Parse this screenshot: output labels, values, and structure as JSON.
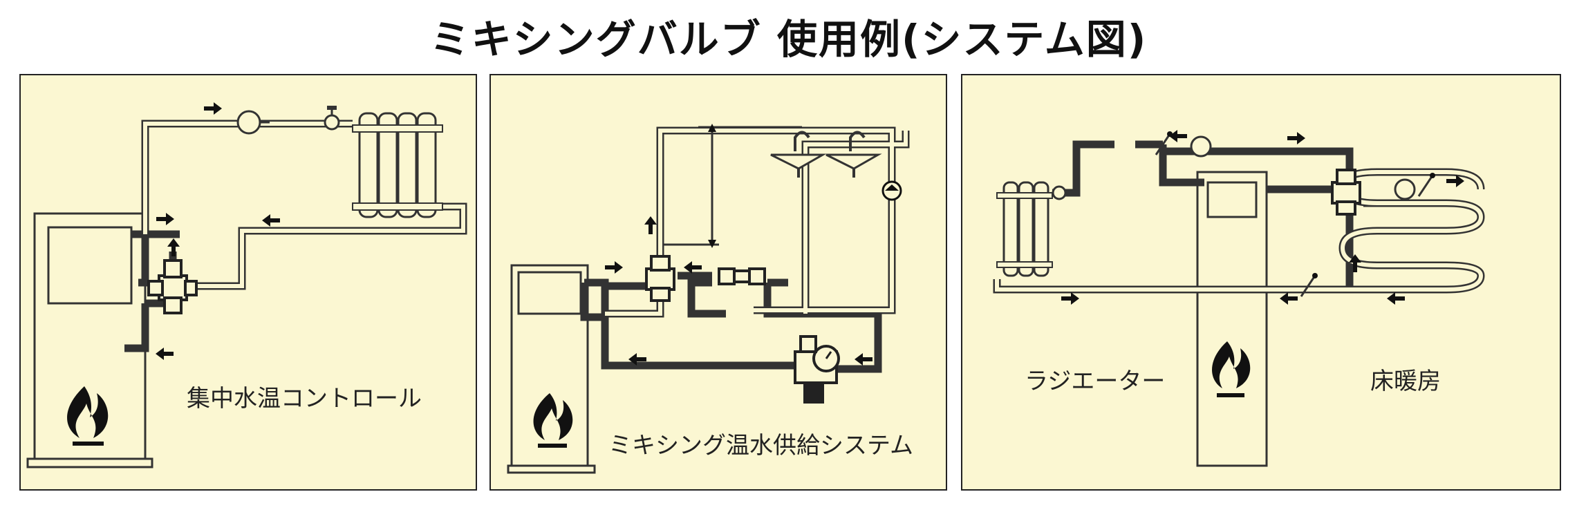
{
  "title": "ミキシングバルブ 使用例(システム図)",
  "panels": [
    {
      "caption": "集中水温コントロール"
    },
    {
      "caption": "ミキシング温水供給システム"
    },
    {
      "caption_left": "ラジエーター",
      "caption_right": "床暖房"
    }
  ],
  "icons": [
    "flame-icon",
    "radiator-icon",
    "pump-icon",
    "mixing-valve-icon",
    "faucet-icon",
    "pressure-gauge-icon",
    "check-valve-icon",
    "flow-arrow-icon"
  ],
  "colors": {
    "panel_bg": "#fbf7d2",
    "line": "#333333",
    "arrow": "#111111"
  }
}
